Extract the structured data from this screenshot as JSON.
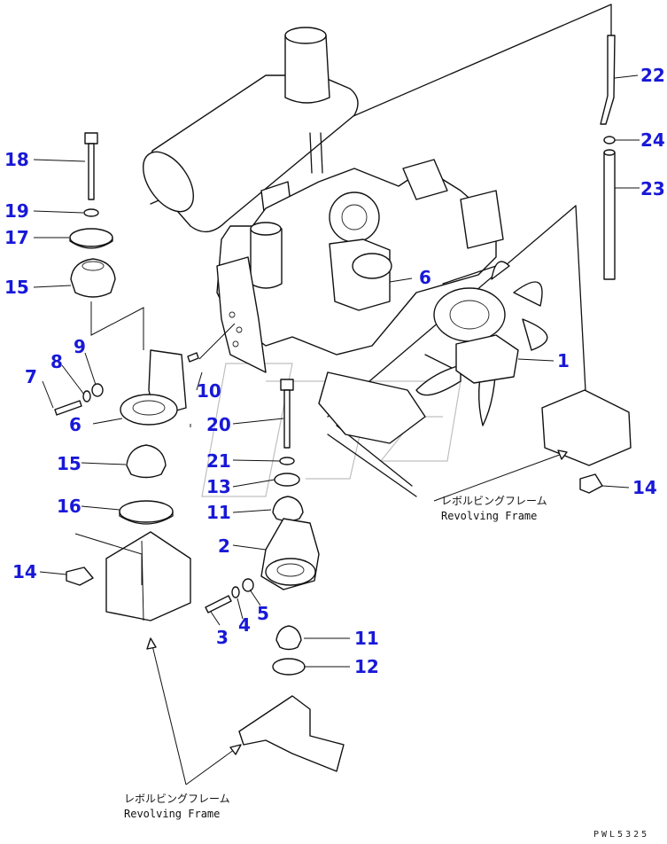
{
  "callouts": [
    {
      "id": "1",
      "label": "1"
    },
    {
      "id": "2",
      "label": "2"
    },
    {
      "id": "3",
      "label": "3"
    },
    {
      "id": "4",
      "label": "4"
    },
    {
      "id": "5",
      "label": "5"
    },
    {
      "id": "6a",
      "label": "6"
    },
    {
      "id": "6b",
      "label": "6"
    },
    {
      "id": "7",
      "label": "7"
    },
    {
      "id": "8",
      "label": "8"
    },
    {
      "id": "9",
      "label": "9"
    },
    {
      "id": "10",
      "label": "10"
    },
    {
      "id": "11a",
      "label": "11"
    },
    {
      "id": "11b",
      "label": "11"
    },
    {
      "id": "12",
      "label": "12"
    },
    {
      "id": "13",
      "label": "13"
    },
    {
      "id": "14a",
      "label": "14"
    },
    {
      "id": "14b",
      "label": "14"
    },
    {
      "id": "15a",
      "label": "15"
    },
    {
      "id": "15b",
      "label": "15"
    },
    {
      "id": "16",
      "label": "16"
    },
    {
      "id": "17",
      "label": "17"
    },
    {
      "id": "18",
      "label": "18"
    },
    {
      "id": "19",
      "label": "19"
    },
    {
      "id": "20",
      "label": "20"
    },
    {
      "id": "21",
      "label": "21"
    },
    {
      "id": "22",
      "label": "22"
    },
    {
      "id": "23",
      "label": "23"
    },
    {
      "id": "24",
      "label": "24"
    }
  ],
  "frame_labels": {
    "right": {
      "jp": "レボルビングフレーム",
      "en": "Revolving Frame"
    },
    "bottom": {
      "jp": "レボルビングフレーム",
      "en": "Revolving Frame"
    }
  },
  "drawing_code": "PWL5325",
  "colors": {
    "callout": "#1818d8",
    "line": "#111111"
  }
}
